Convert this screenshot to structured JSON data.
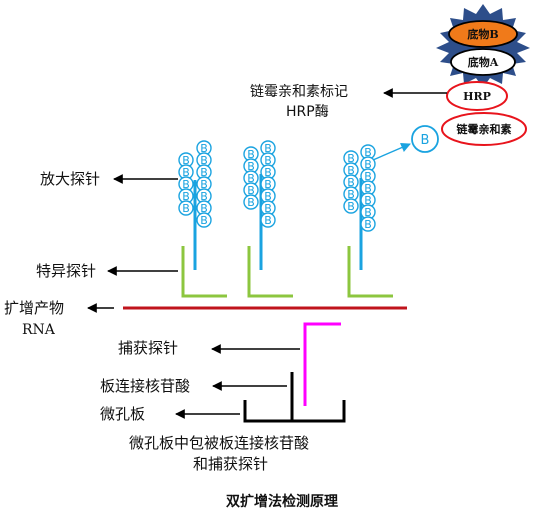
{
  "substrate": {
    "b_label": "底物B",
    "a_label": "底物A"
  },
  "enzyme": {
    "hrp_ellipse_label": "HRP",
    "streptavidin_ellipse_label": "链霉亲和素",
    "biotin_label": "B"
  },
  "labels": {
    "streptavidin_line1": "链霉亲和素标记",
    "streptavidin_line2": "HRP酶",
    "amplifier_probe": "放大探针",
    "specific_probe": "特异探针",
    "amplified_product_line1": "扩增产物",
    "amplified_product_line2": "RNA",
    "capture_probe": "捕获探针",
    "plate_linker": "板连接核苷酸",
    "microplate": "微孔板",
    "coating_line1": "微孔板中包被板连接核苷酸",
    "coating_line2": "和捕获探针"
  },
  "caption": "双扩增法检测原理",
  "colors": {
    "amplifier_blue": "#1aa3e0",
    "specific_green": "#8cc63f",
    "rna_red": "#c0141c",
    "capture_magenta": "#ff00ff",
    "ellipse_red": "#e8141c",
    "substrate_orange": "#f07a1a",
    "star_blue": "#2d4e8a"
  }
}
